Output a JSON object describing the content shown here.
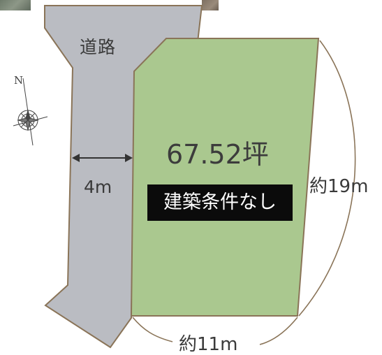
{
  "labels": {
    "road": "道路",
    "area": "67.52坪",
    "road_width": "4m",
    "condition": "建築条件なし",
    "depth": "約19m",
    "frontage": "約11m"
  },
  "compass": {
    "north": "N"
  },
  "colors": {
    "plot_fill": "#aac88f",
    "plot_stroke": "#8a7458",
    "road_fill": "#babcc2",
    "badge_bg": "#0b0b0b",
    "badge_text": "#ffffff"
  }
}
